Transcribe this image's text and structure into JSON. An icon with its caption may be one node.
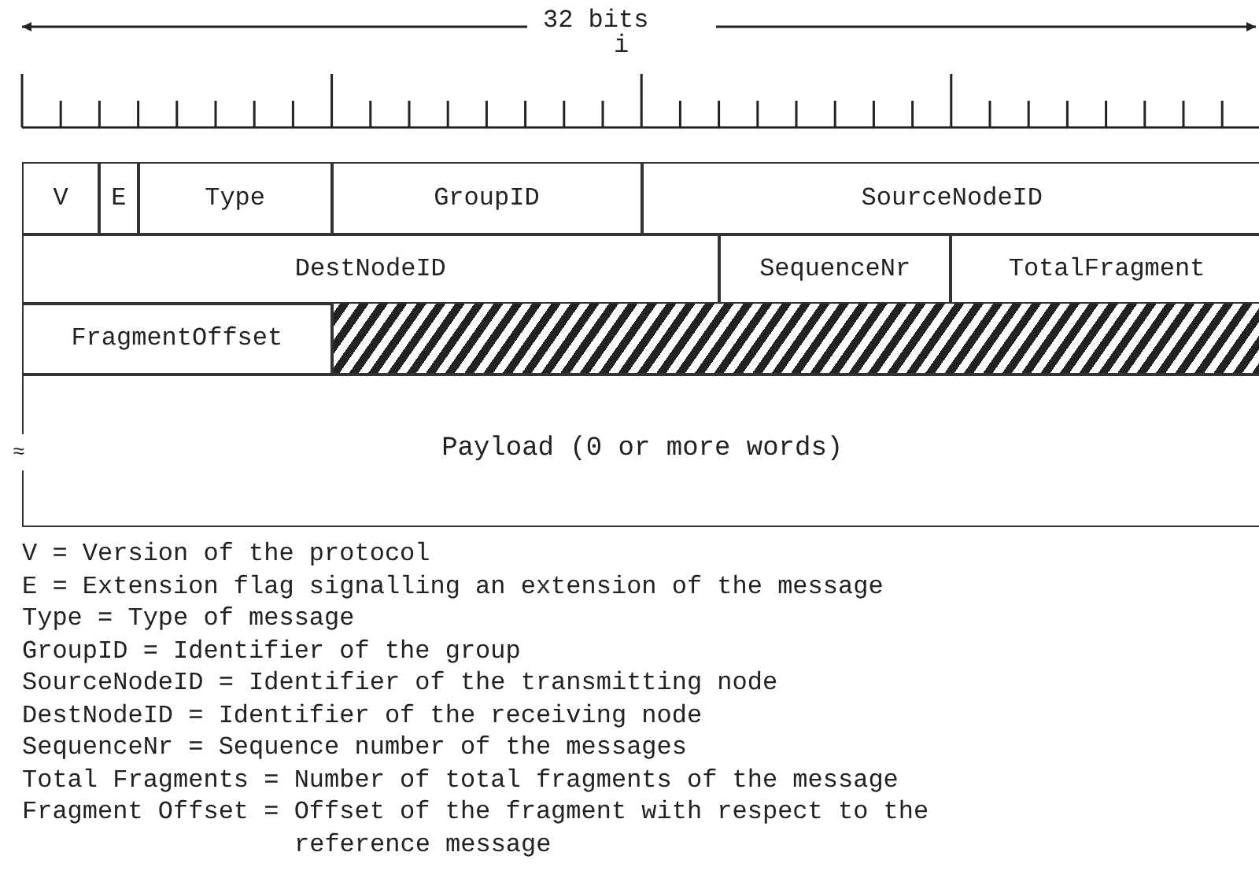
{
  "diagram": {
    "nodes": [
      {
        "text": [
          "V"
        ]
      },
      {
        "text": [
          "E"
        ]
      },
      {
        "text": [
          "Type"
        ]
      },
      {
        "text": [
          "GroupID"
        ]
      },
      {
        "text": [
          "SourceNodeID"
        ]
      },
      {
        "text": [
          "DestNodeID"
        ]
      },
      {
        "text": [
          "SequenceNr"
        ]
      },
      {
        "text": [
          "TotalFragment"
        ]
      },
      {
        "text": [
          "FragmentOffset"
        ]
      },
      {
        "text": [],
        "shape": "box"
      },
      {
        "text": [
          "Payload (0 or more words)"
        ]
      }
    ],
    "edges": [],
    "labels": [
      "32 bits",
      "i",
      "≈",
      "V = Version of the protocol",
      "E = Extension flag signalling an extension of the message",
      "Type = Type of message",
      "GroupID = Identifier of the group",
      "SourceNodeID = Identifier of the transmitting node",
      "DestNodeID = Identifier of the receiving node",
      "SequenceNr = Sequence number of the messages",
      "Total Fragments = Number of total fragments of the message",
      "Fragment Offset = Offset of the fragment with respect to the reference message"
    ]
  }
}
